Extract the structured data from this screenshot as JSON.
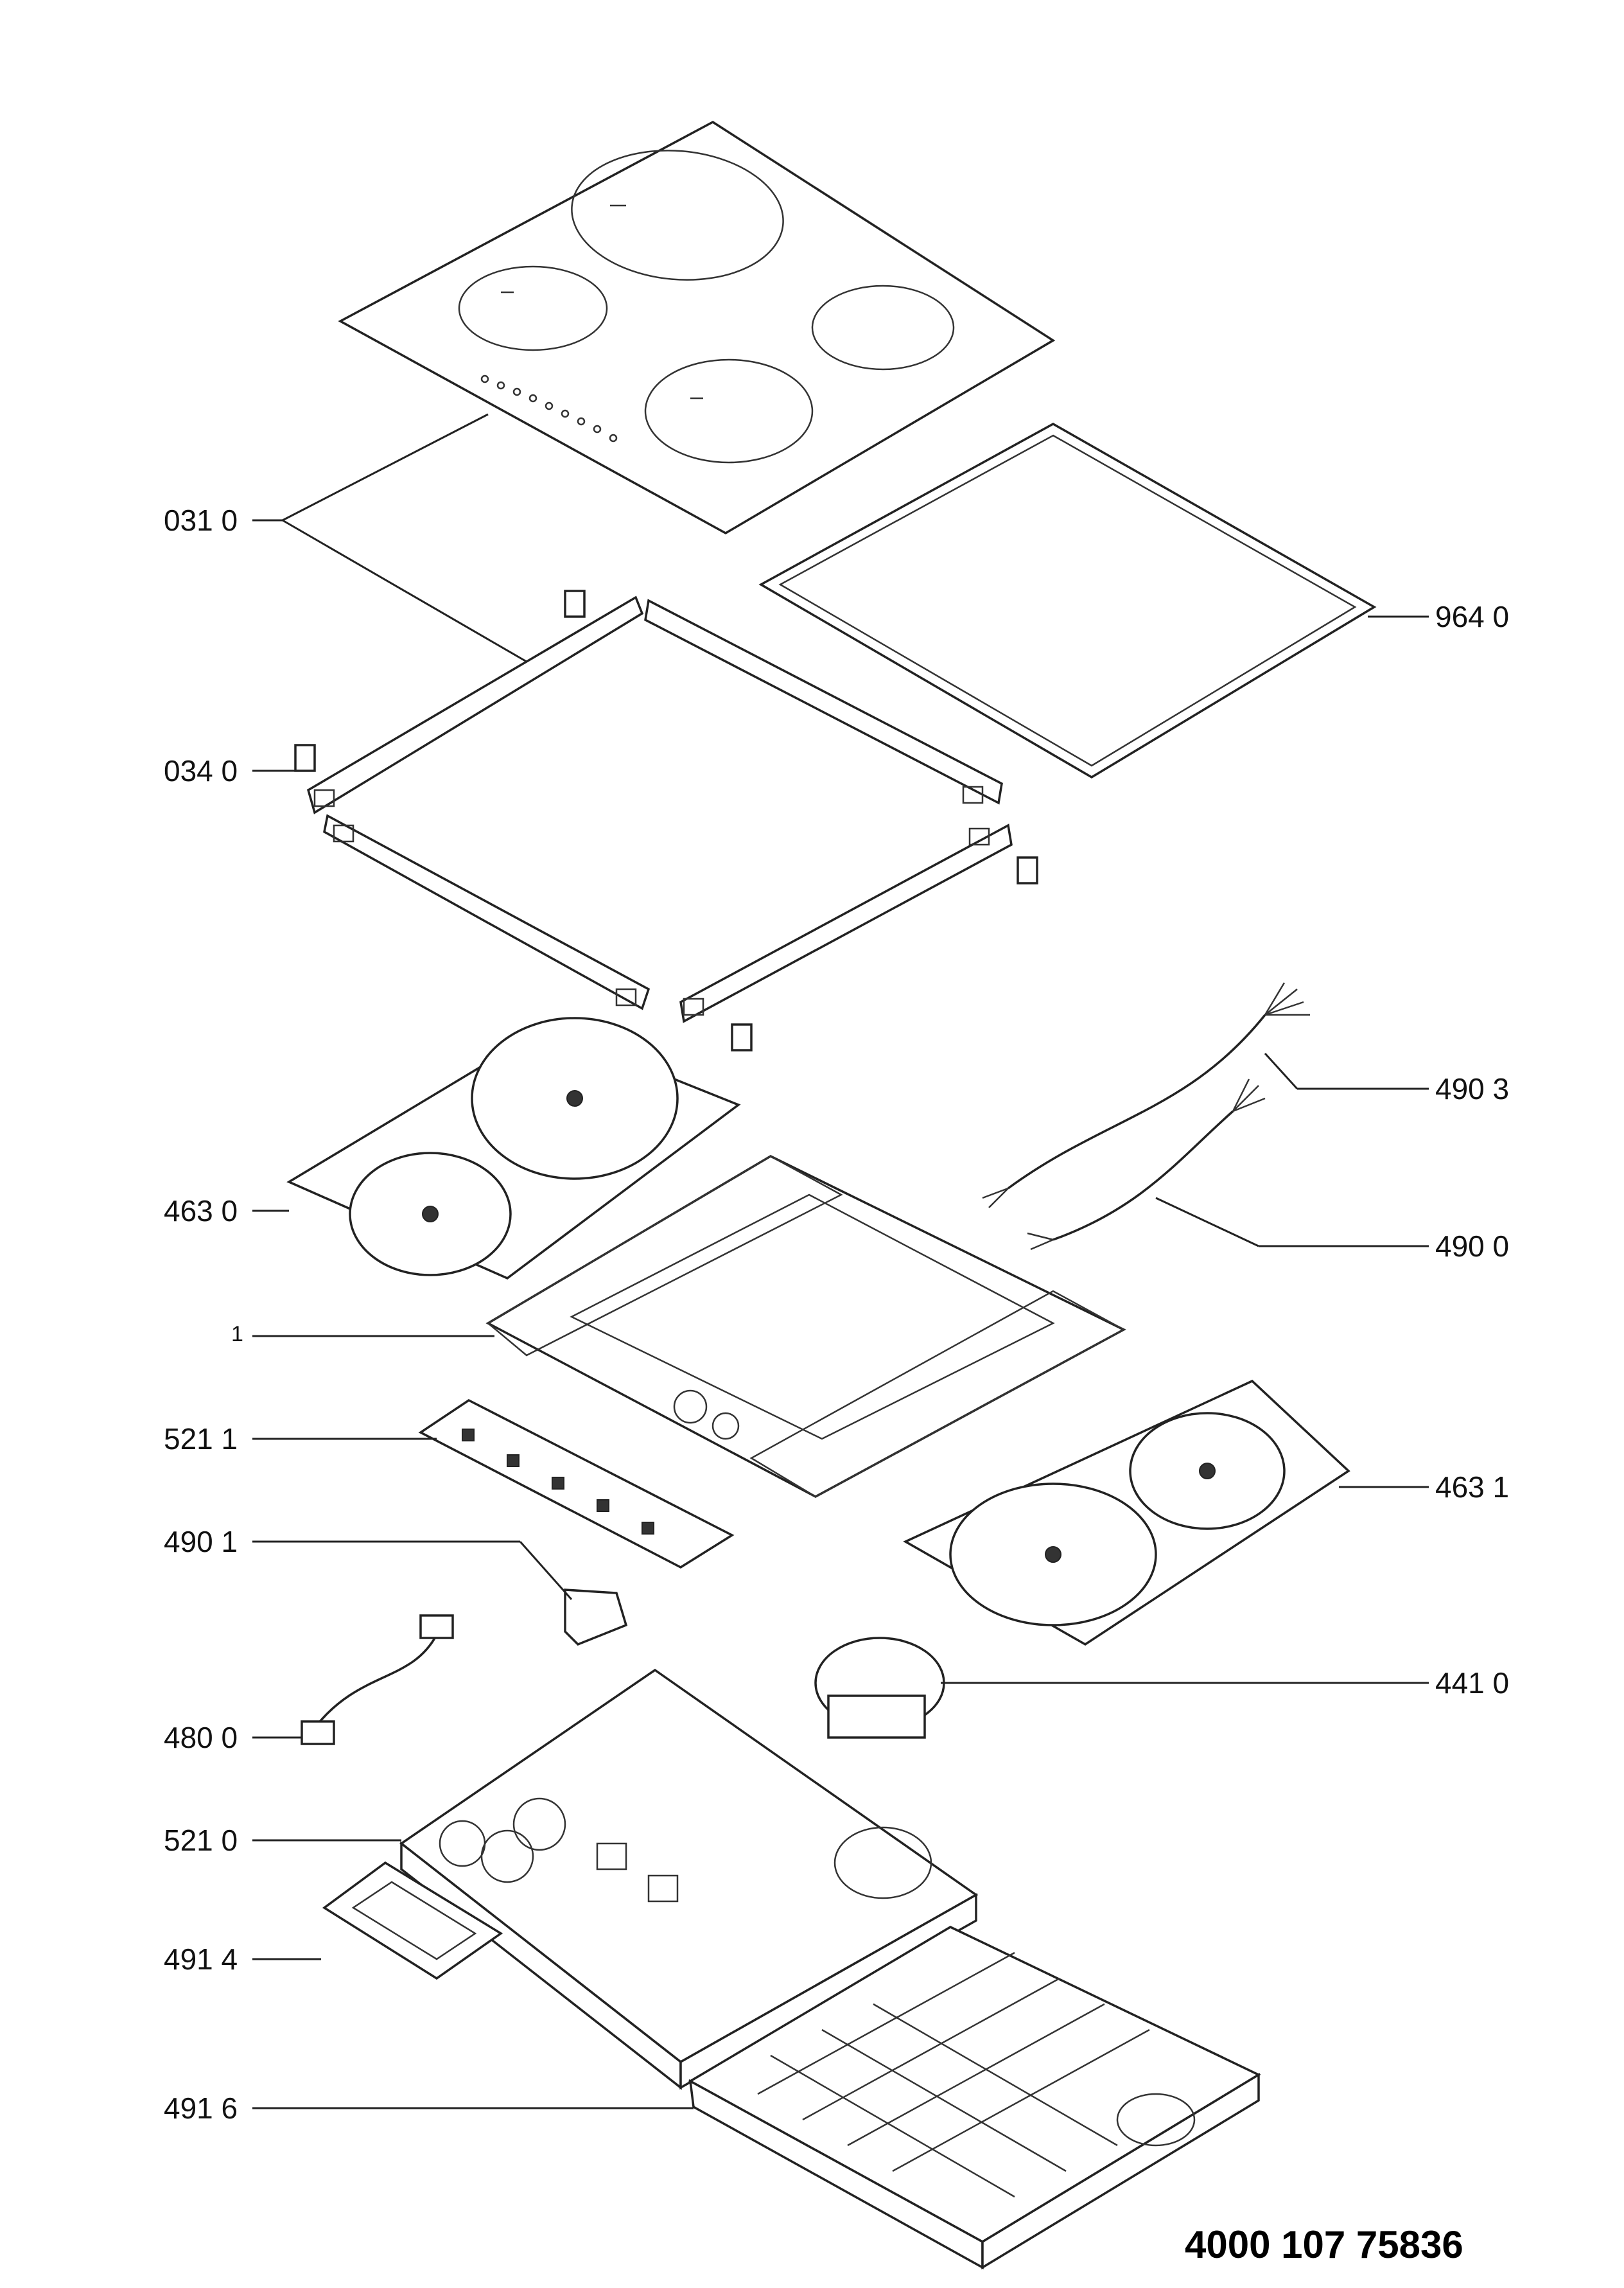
{
  "labels": {
    "p0310": "031 0",
    "p9640": "964 0",
    "p0340": "034 0",
    "p4903": "490 3",
    "p4630": "463 0",
    "p4900": "490 0",
    "p1": "1",
    "p5211": "521 1",
    "p4631": "463 1",
    "p4901": "490 1",
    "p4410": "441 0",
    "p4800": "480 0",
    "p5210": "521 0",
    "p4914": "491 4",
    "p4916": "491 6"
  },
  "document_number": "4000 107 75836",
  "colors": {
    "line": "#222222",
    "background": "#ffffff"
  }
}
